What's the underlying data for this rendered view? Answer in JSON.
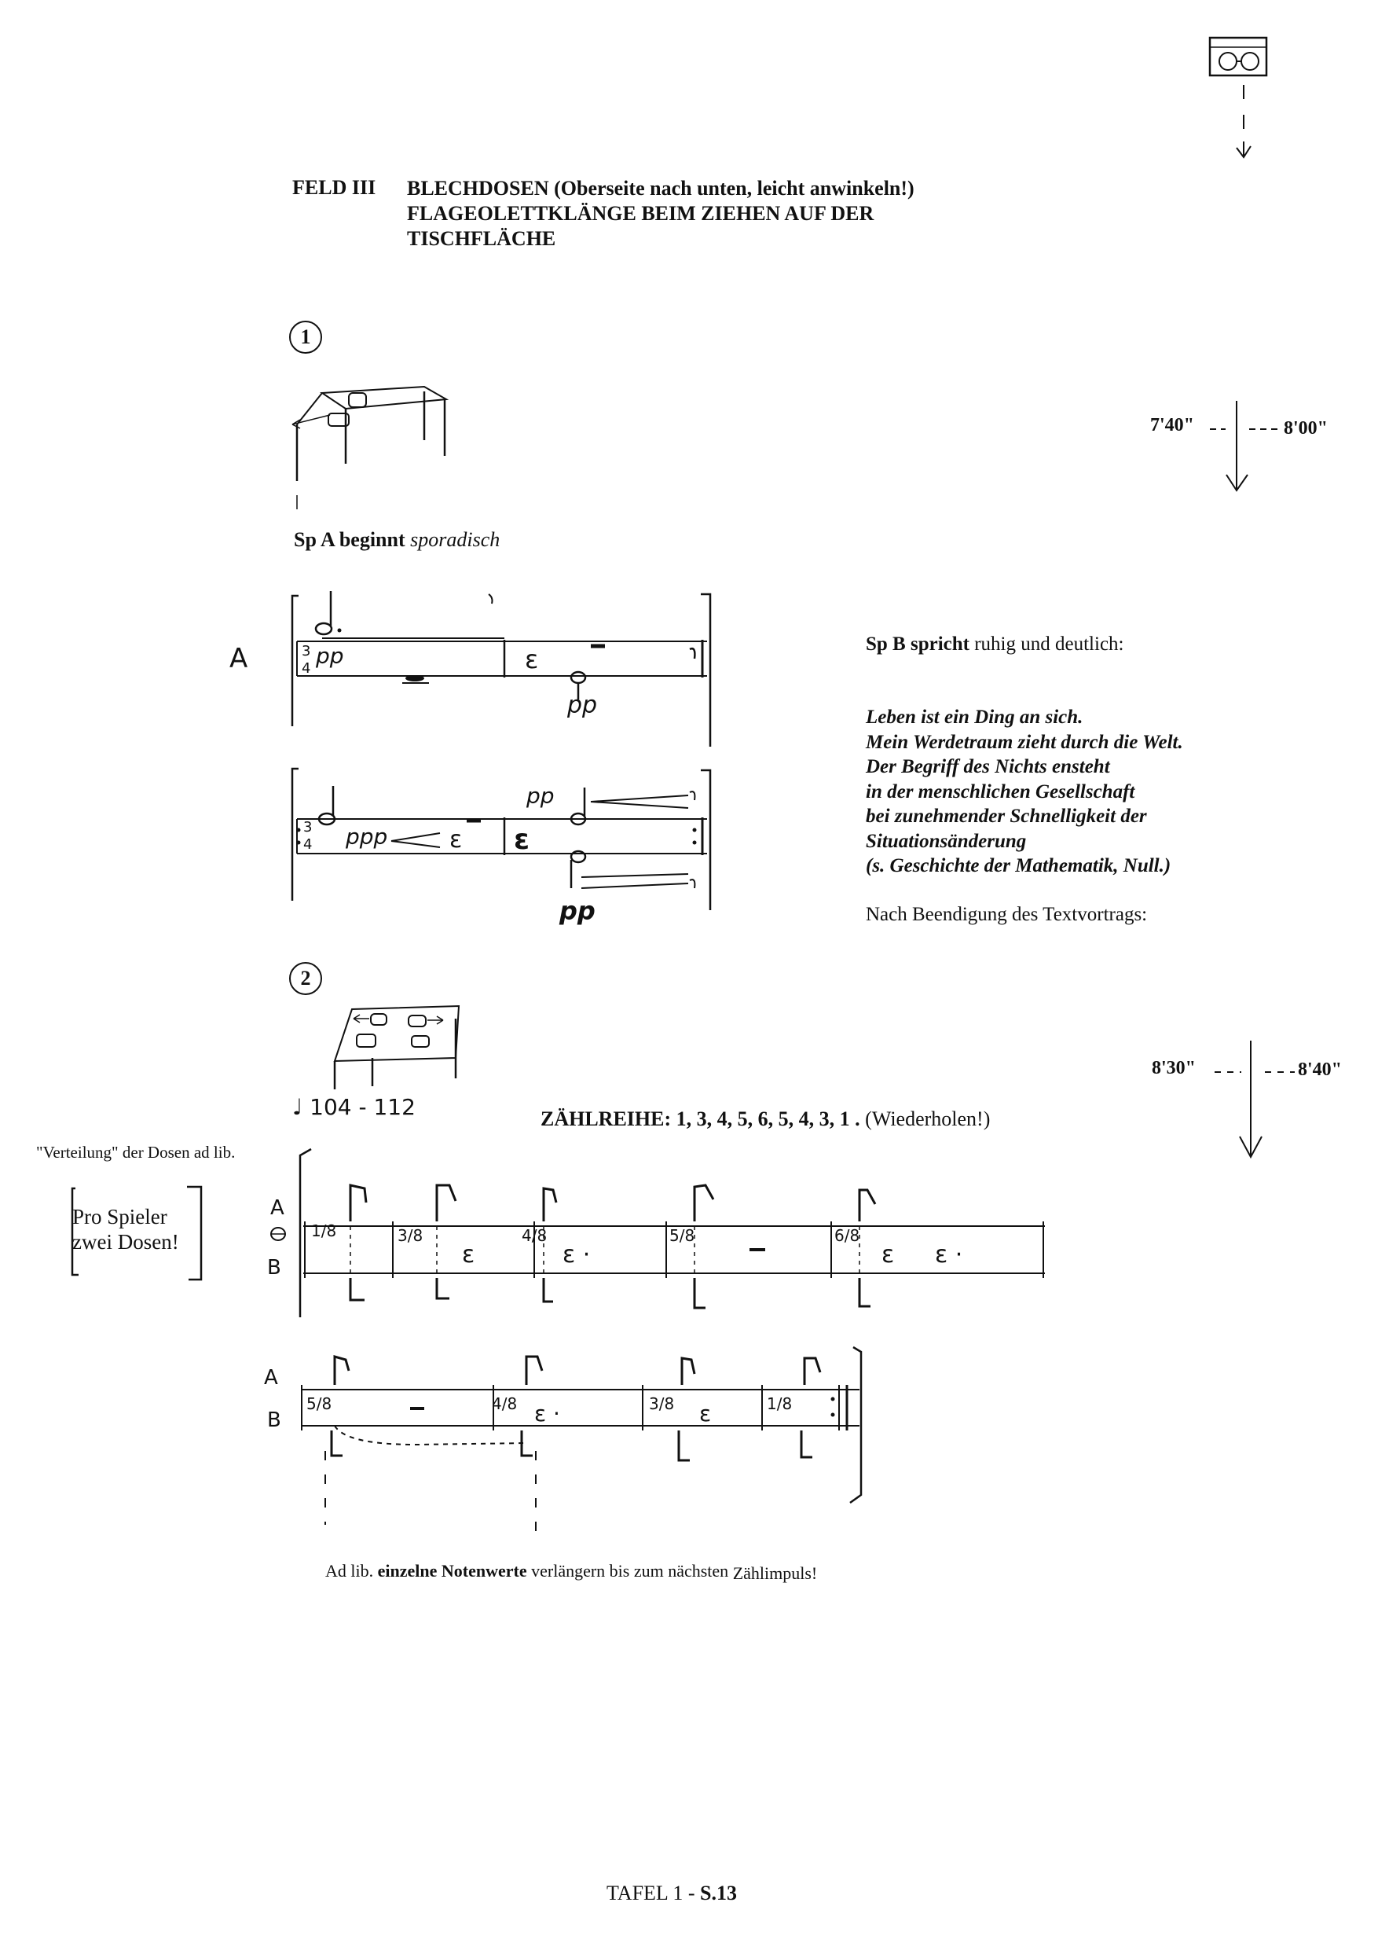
{
  "header": {
    "feld": "FELD III",
    "title_line1": "BLECHDOSEN (Oberseite nach unten, leicht anwinkeln!)",
    "title_line2": "FLAGEOLETTKLÄNGE BEIM ZIEHEN AUF DER",
    "title_line3": "TISCHFLÄCHE"
  },
  "section1": {
    "number": "1",
    "start_bold": "Sp A beginnt",
    "start_italic": "sporadisch",
    "time_from": "7'40\"",
    "time_to": "8'00\"",
    "staff_label": "A",
    "time_signature": "3/4",
    "dynamics": [
      "pp",
      "pp",
      "ppp",
      "pp",
      "pp"
    ]
  },
  "speaker_b": {
    "lead_bold": "Sp B spricht",
    "lead_rest": "ruhig und deutlich:",
    "poem": [
      "Leben ist ein Ding an sich.",
      "Mein Werdetraum zieht durch die Welt.",
      "Der Begriff des Nichts ensteht",
      "in der menschlichen Gesellschaft",
      "bei zunehmender Schnelligkeit der",
      "Situationsänderung",
      "(s. Geschichte der Mathematik, Null.)"
    ],
    "after": "Nach Beendigung des Textvortrags:"
  },
  "section2": {
    "number": "2",
    "tempo": "104 - 112",
    "time_from": "8'30\"",
    "time_to": "8'40\"",
    "zahlreihe_label": "ZÄHLREIHE:",
    "zahlreihe_values": "1, 3, 4, 5, 6, 5, 4, 3, 1 .",
    "zahlreihe_note": "(Wiederholen!)",
    "verteilung": "\"Verteilung\" der Dosen ad lib.",
    "box_line1": "Pro Spieler",
    "box_line2": "zwei Dosen!",
    "label_a": "A",
    "label_b": "B",
    "meters_row1": [
      "1/8",
      "3/8",
      "4/8",
      "5/8",
      "6/8"
    ],
    "meters_row2": [
      "5/8",
      "4/8",
      "3/8",
      "1/8"
    ],
    "footnote_prefix": "Ad lib.",
    "footnote_bold": "einzelne Notenwerte",
    "footnote_rest": "verlängern bis zum nächsten",
    "footnote_end": "Zählimpuls!"
  },
  "footer": {
    "tafel": "TAFEL 1 -",
    "page": "S.13"
  },
  "icons": [
    "tape-icon",
    "table-sketch-icon"
  ]
}
